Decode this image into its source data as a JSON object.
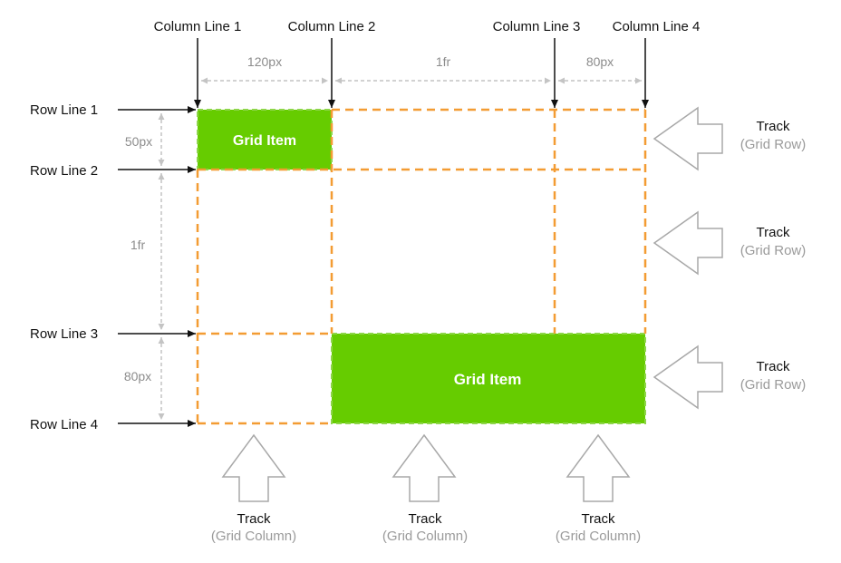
{
  "colors": {
    "grid_line": "#f39c33",
    "grid_item": "#66cc00",
    "grid_item_border": "#8ed64a",
    "measure": "#c4c4c4",
    "measure_text": "#8c8c8c",
    "arrow": "#111111",
    "track_arrow": "#a8a8a8"
  },
  "column_lines": [
    "Column Line 1",
    "Column Line 2",
    "Column Line 3",
    "Column Line 4"
  ],
  "row_lines": [
    "Row Line 1",
    "Row Line 2",
    "Row Line 3",
    "Row Line 4"
  ],
  "column_sizes": [
    "120px",
    "1fr",
    "80px"
  ],
  "row_sizes": [
    "50px",
    "1fr",
    "80px"
  ],
  "grid_items": [
    {
      "label": "Grid Item"
    },
    {
      "label": "Grid Item"
    }
  ],
  "row_tracks": [
    {
      "title": "Track",
      "subtitle": "(Grid Row)"
    },
    {
      "title": "Track",
      "subtitle": "(Grid Row)"
    },
    {
      "title": "Track",
      "subtitle": "(Grid Row)"
    }
  ],
  "column_tracks": [
    {
      "title": "Track",
      "subtitle": "(Grid Column)"
    },
    {
      "title": "Track",
      "subtitle": "(Grid Column)"
    },
    {
      "title": "Track",
      "subtitle": "(Grid Column)"
    }
  ]
}
